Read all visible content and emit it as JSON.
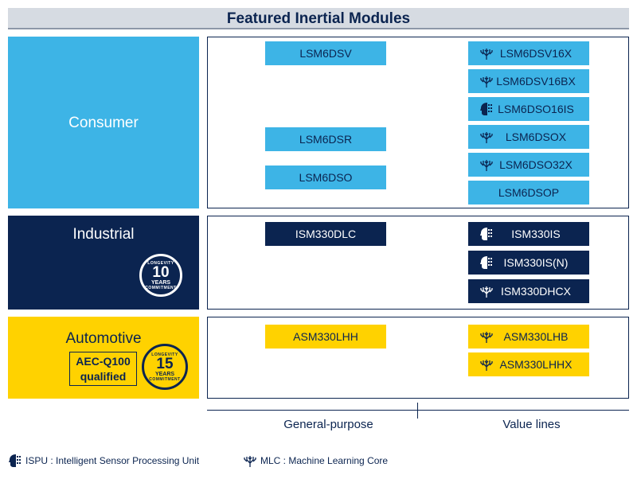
{
  "title": "Featured Inertial Modules",
  "segments": {
    "consumer": "Consumer",
    "industrial": "Industrial",
    "automotive": "Automotive",
    "aec_line1": "AEC-Q100",
    "aec_line2": "qualified"
  },
  "badges": {
    "industrial": {
      "top": "LONGEVITY",
      "years": "10",
      "unit": "YEARS",
      "bottom": "COMMITMENT"
    },
    "automotive": {
      "top": "LONGEVITY",
      "years": "15",
      "unit": "YEARS",
      "bottom": "COMMITMENT"
    }
  },
  "colors": {
    "consumer": "#3db4e6",
    "industrial": "#0b2450",
    "automotive": "#ffd200"
  },
  "consumer": {
    "general": [
      "LSM6DSV",
      "LSM6DSR",
      "LSM6DSO"
    ],
    "value": [
      {
        "label": "LSM6DSV16X",
        "icon": "mlc"
      },
      {
        "label": "LSM6DSV16BX",
        "icon": "mlc"
      },
      {
        "label": "LSM6DSO16IS",
        "icon": "ispu"
      },
      {
        "label": "LSM6DSOX",
        "icon": "mlc"
      },
      {
        "label": "LSM6DSO32X",
        "icon": "mlc"
      },
      {
        "label": "LSM6DSOP",
        "icon": ""
      }
    ]
  },
  "industrial": {
    "general": [
      "ISM330DLC"
    ],
    "value": [
      {
        "label": "ISM330IS",
        "icon": "ispu"
      },
      {
        "label": "ISM330IS(N)",
        "icon": "ispu"
      },
      {
        "label": "ISM330DHCX",
        "icon": "mlc"
      }
    ]
  },
  "automotive": {
    "general": [
      "ASM330LHH"
    ],
    "value": [
      {
        "label": "ASM330LHB",
        "icon": "mlc"
      },
      {
        "label": "ASM330LHHX",
        "icon": "mlc"
      }
    ]
  },
  "axis": {
    "general": "General-purpose",
    "value": "Value lines"
  },
  "legend": {
    "ispu": "ISPU : Intelligent Sensor Processing Unit",
    "mlc": "MLC : Machine Learning Core"
  }
}
